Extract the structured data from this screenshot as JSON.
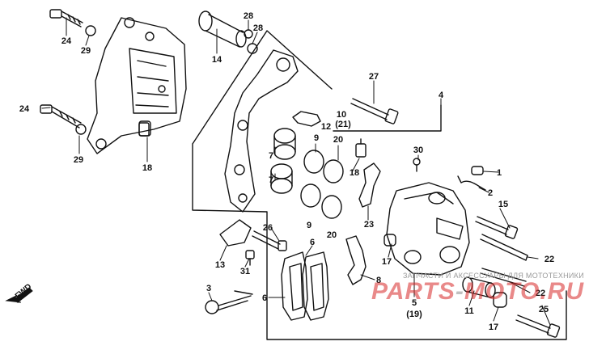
{
  "diagram": {
    "labels": [
      {
        "id": "p24a",
        "text": "24"
      },
      {
        "id": "p29a",
        "text": "29"
      },
      {
        "id": "p24b",
        "text": "24"
      },
      {
        "id": "p29b",
        "text": "29"
      },
      {
        "id": "p18a",
        "text": "18"
      },
      {
        "id": "p28a",
        "text": "28"
      },
      {
        "id": "p28b",
        "text": "28"
      },
      {
        "id": "p14",
        "text": "14"
      },
      {
        "id": "p27",
        "text": "27"
      },
      {
        "id": "p4",
        "text": "4"
      },
      {
        "id": "p10",
        "text": "10"
      },
      {
        "id": "p12",
        "text": "12"
      },
      {
        "id": "p21",
        "text": "(21)"
      },
      {
        "id": "p9a",
        "text": "9"
      },
      {
        "id": "p9b",
        "text": "9"
      },
      {
        "id": "p20a",
        "text": "20"
      },
      {
        "id": "p20b",
        "text": "20"
      },
      {
        "id": "p7a",
        "text": "7"
      },
      {
        "id": "p7b",
        "text": "7"
      },
      {
        "id": "p18b",
        "text": "18"
      },
      {
        "id": "p30",
        "text": "30"
      },
      {
        "id": "p1",
        "text": "1"
      },
      {
        "id": "p2",
        "text": "2"
      },
      {
        "id": "p23",
        "text": "23"
      },
      {
        "id": "p15",
        "text": "15"
      },
      {
        "id": "p26",
        "text": "26"
      },
      {
        "id": "p13",
        "text": "13"
      },
      {
        "id": "p31",
        "text": "31"
      },
      {
        "id": "p6a",
        "text": "6"
      },
      {
        "id": "p6b",
        "text": "6"
      },
      {
        "id": "p8",
        "text": "8"
      },
      {
        "id": "p17a",
        "text": "17"
      },
      {
        "id": "p5",
        "text": "5"
      },
      {
        "id": "p22a",
        "text": "22"
      },
      {
        "id": "p22b",
        "text": "22"
      },
      {
        "id": "p19",
        "text": "(19)"
      },
      {
        "id": "p11",
        "text": "11"
      },
      {
        "id": "p17b",
        "text": "17"
      },
      {
        "id": "p25",
        "text": "25"
      },
      {
        "id": "p3",
        "text": "3"
      }
    ],
    "direction_label": "FWD"
  },
  "watermark": {
    "subtitle": "ЗАПЧАСТИ И АКСЕССУАРЫ ДЛЯ МОТОТЕХНИКИ",
    "logo_main": "PARTS",
    "logo_separator": "-",
    "logo_mid": "MOTO",
    "logo_tld": ".RU",
    "brand_color": "#d62828"
  }
}
